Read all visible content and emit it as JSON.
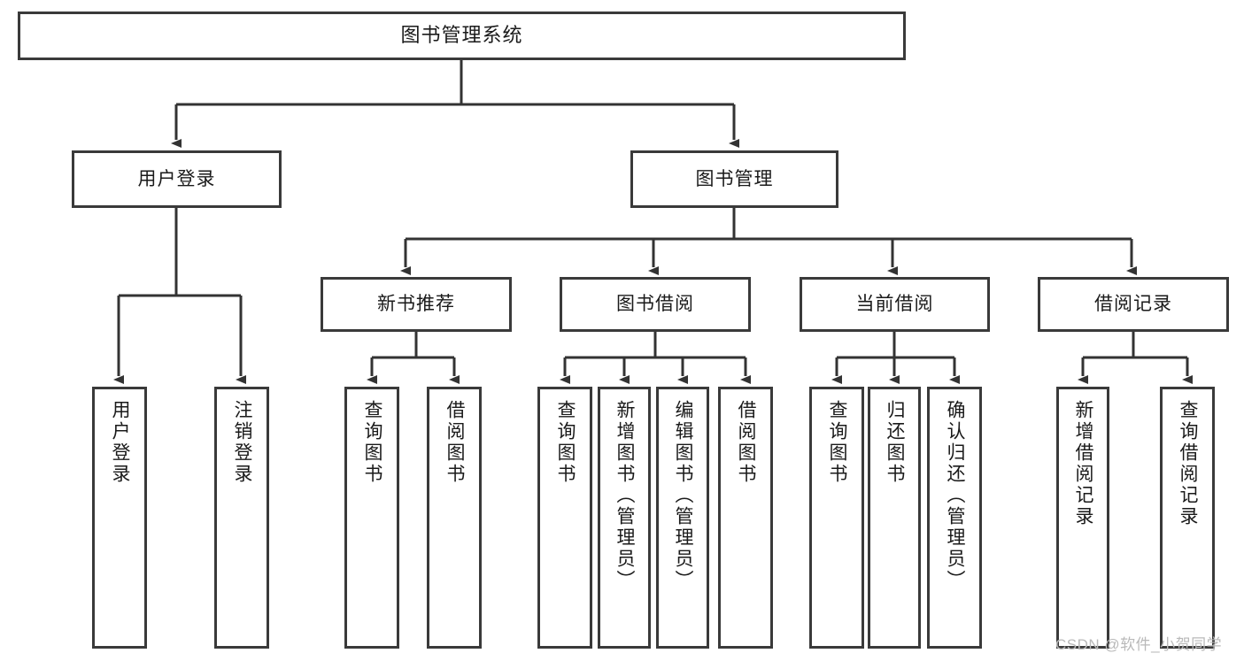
{
  "diagram": {
    "title": "图书管理系统",
    "type": "hierarchy-tree",
    "levels": 4,
    "colors": {
      "box_border": "#3a3a3a",
      "box_fill": "#ffffff",
      "connector": "#333333",
      "text": "#1a1a1a",
      "watermark": "#b9b9b9",
      "background": "#ffffff"
    },
    "root": {
      "label": "图书管理系统"
    },
    "level2": [
      {
        "label": "用户登录"
      },
      {
        "label": "图书管理"
      }
    ],
    "level3": [
      {
        "label": "新书推荐"
      },
      {
        "label": "图书借阅"
      },
      {
        "label": "当前借阅"
      },
      {
        "label": "借阅记录"
      }
    ],
    "leaves": {
      "user_login": [
        {
          "label": "用户登录"
        },
        {
          "label": "注销登录"
        }
      ],
      "new_book_recommend": [
        {
          "label": "查询图书"
        },
        {
          "label": "借阅图书"
        }
      ],
      "book_borrow": [
        {
          "label": "查询图书"
        },
        {
          "label": "新增图书（管理员）"
        },
        {
          "label": "编辑图书（管理员）"
        },
        {
          "label": "借阅图书"
        }
      ],
      "current_borrow": [
        {
          "label": "查询图书"
        },
        {
          "label": "归还图书"
        },
        {
          "label": "确认归还（管理员）"
        }
      ],
      "borrow_record": [
        {
          "label": "新增借阅记录"
        },
        {
          "label": "查询借阅记录"
        }
      ]
    },
    "watermark": "CSDN @软件_小贺同学"
  }
}
